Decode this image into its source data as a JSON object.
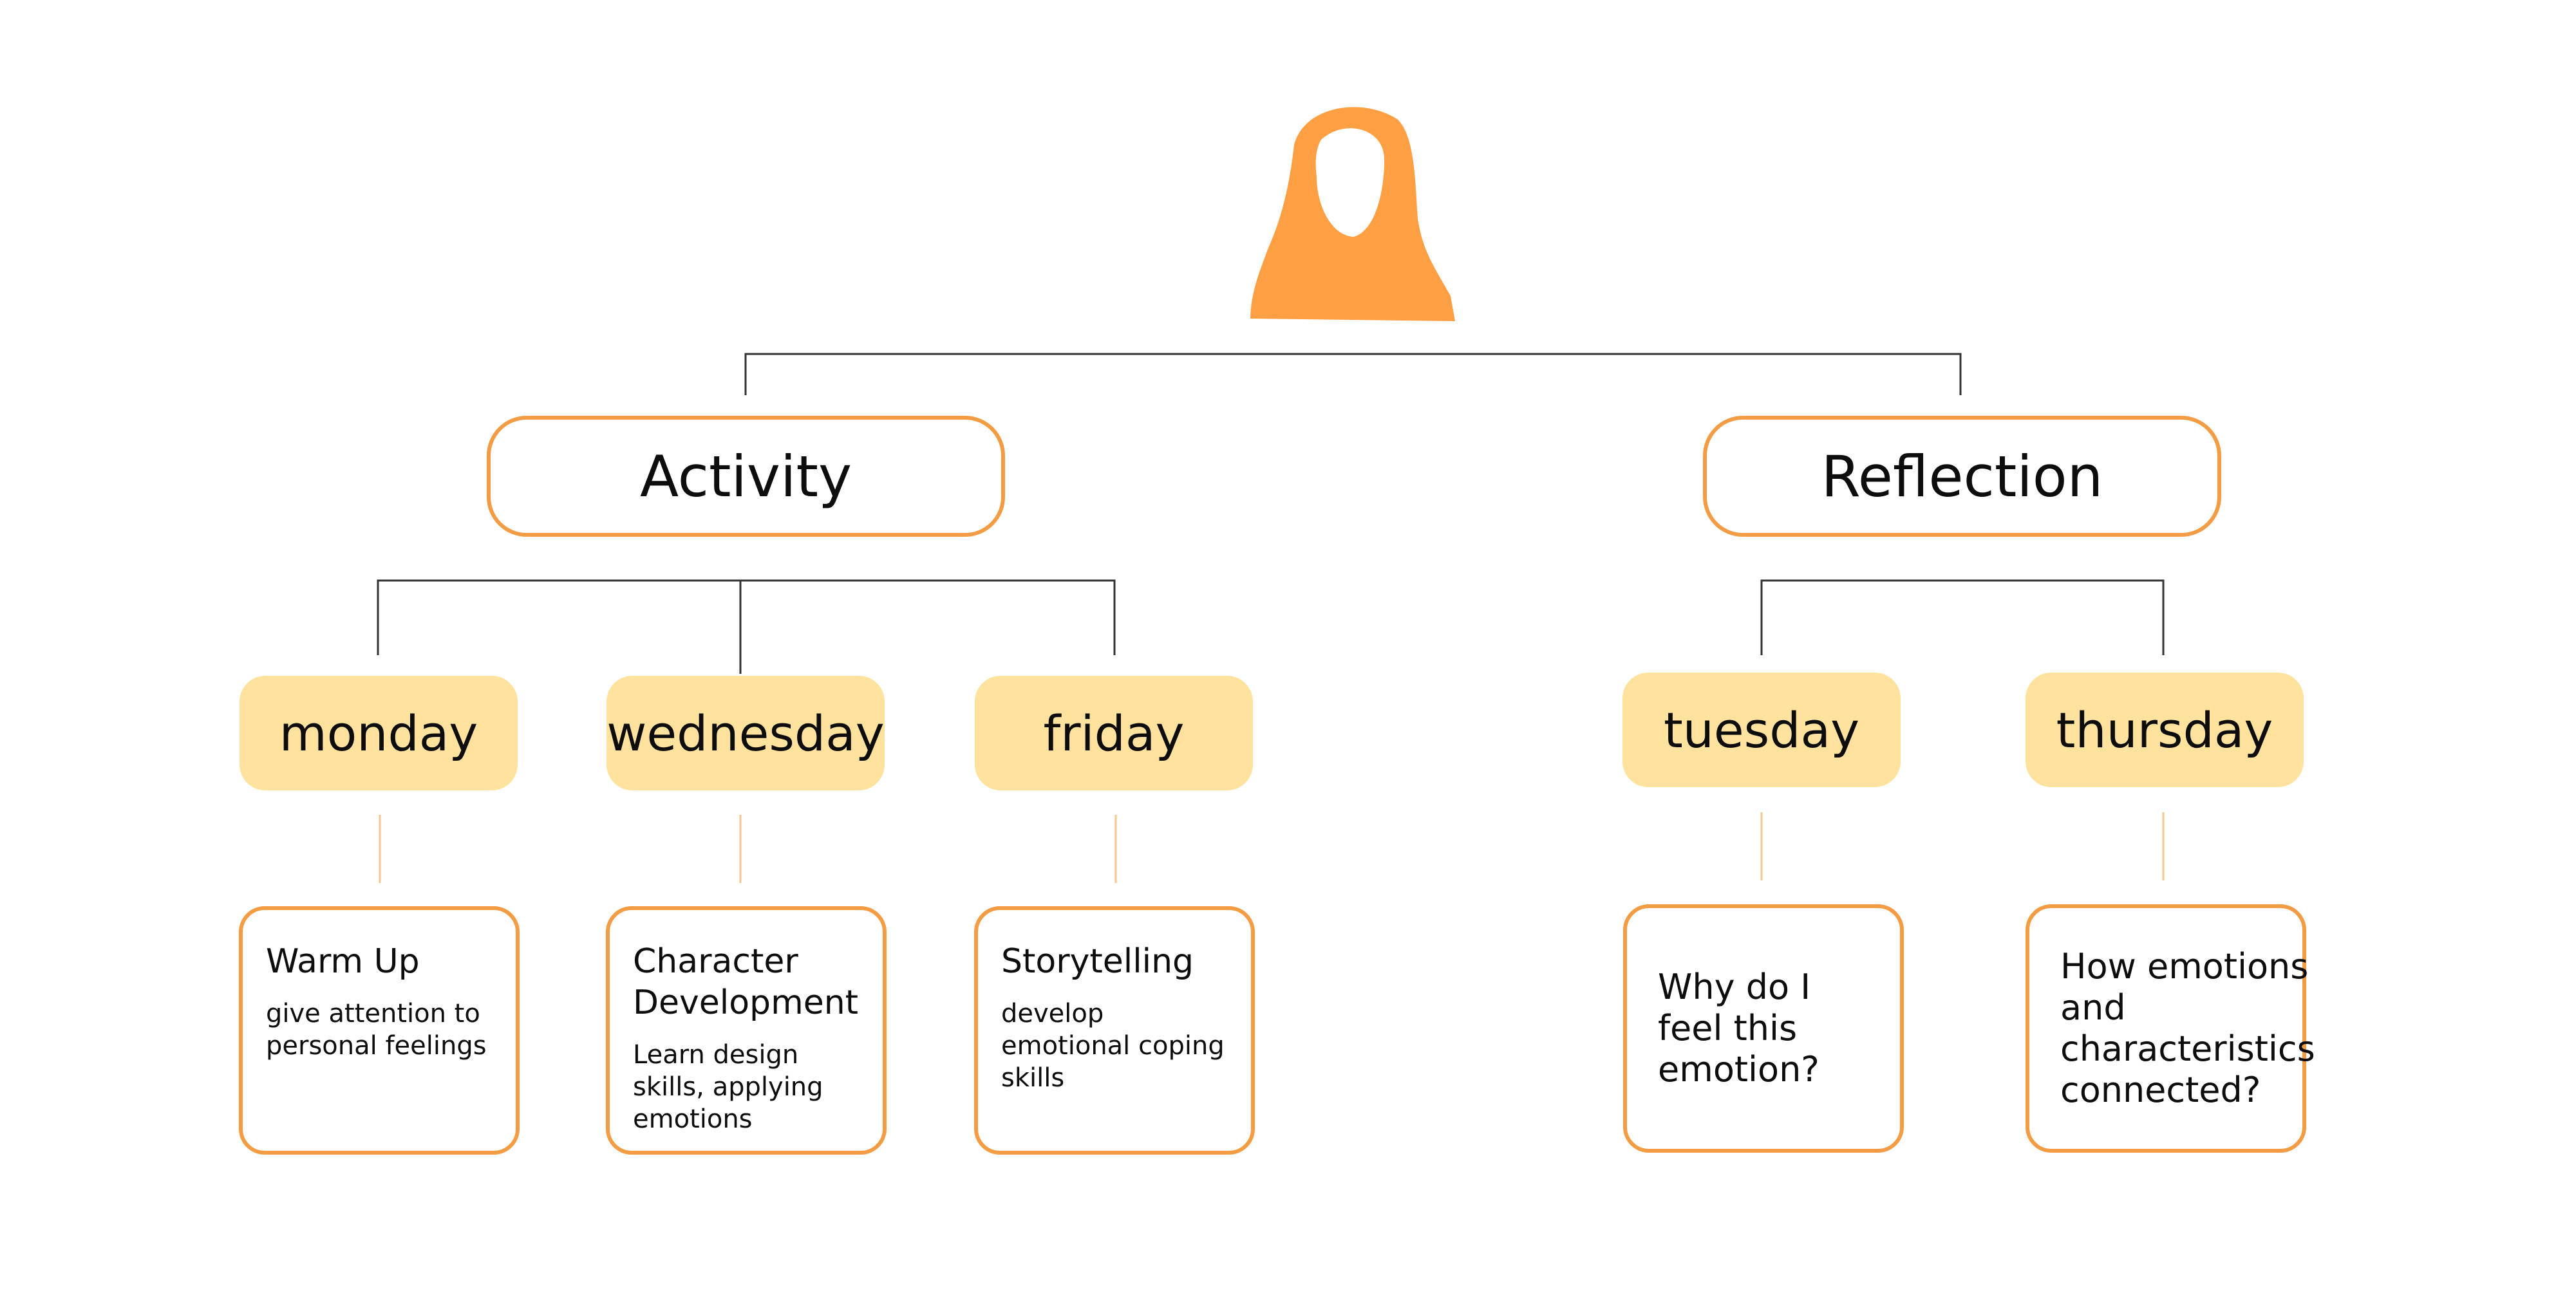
{
  "diagram": {
    "categories": {
      "activity": "Activity",
      "reflection": "Reflection"
    },
    "days": {
      "monday": "monday",
      "wednesday": "wednesday",
      "friday": "friday",
      "tuesday": "tuesday",
      "thursday": "thursday"
    },
    "cards": {
      "monday": {
        "title": "Warm Up",
        "description": "give attention to personal feelings"
      },
      "wednesday": {
        "title": "Character Development",
        "description": "Learn design skills, applying emotions"
      },
      "friday": {
        "title": "Storytelling",
        "description": "develop emotional coping skills"
      },
      "tuesday": {
        "question": "Why do I feel this emotion?"
      },
      "thursday": {
        "question": "How emotions and characteristics connected?"
      }
    }
  },
  "colors": {
    "accent_orange": "#f39c44",
    "avatar_orange": "#ff9f43",
    "day_fill": "#ffe29e",
    "connector_dark": "#333333",
    "connector_light": "#f7c58f"
  },
  "icons": {
    "avatar": "person-with-hijab-icon"
  }
}
